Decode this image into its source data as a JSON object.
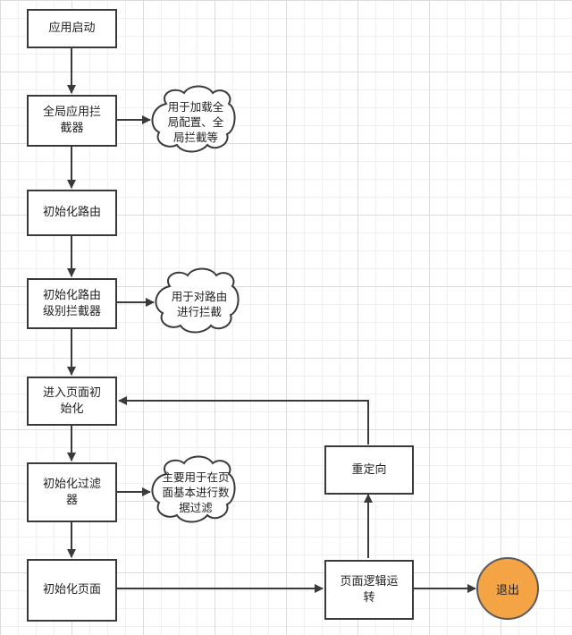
{
  "nodes": {
    "app_start": "应用启动",
    "global_interceptor": "全局应用拦截器",
    "init_router": "初始化路由",
    "init_route_interceptor": "初始化路由级别拦截器",
    "enter_page_init": "进入页面初始化",
    "init_filter": "初始化过滤器",
    "init_page": "初始化页面",
    "page_logic": "页面逻辑运转",
    "redirect": "重定向",
    "exit": "退出"
  },
  "notes": {
    "global_interceptor": "用于加载全局配置、全局拦截等",
    "route_interceptor": "用于对路由进行拦截",
    "filter": "主要用于在页面基本进行数据过滤"
  },
  "colors": {
    "box_border": "#3a3a3a",
    "arrow": "#3a3a3a",
    "exit_fill": "#f5a445",
    "exit_border": "#5a5a5a"
  }
}
